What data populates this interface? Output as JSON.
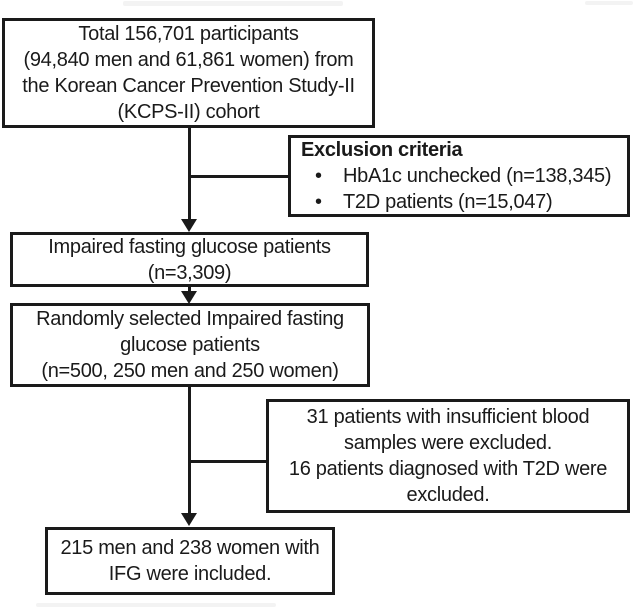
{
  "diagram": {
    "type": "flowchart",
    "colors": {
      "line": "#1a1a1a",
      "text": "#1a1a1a",
      "background": "#ffffff"
    },
    "boxes": {
      "total": {
        "lines": [
          "Total 156,701 participants",
          "(94,840 men and 61,861 women) from",
          "the Korean Cancer Prevention Study-II",
          "(KCPS-II) cohort"
        ]
      },
      "exclusion": {
        "title": "Exclusion criteria",
        "bullet_glyph": "•",
        "bullets": [
          "HbA1c unchecked (n=138,345)",
          "T2D patients (n=15,047)"
        ]
      },
      "ifg": {
        "lines": [
          "Impaired fasting glucose patients",
          "(n=3,309)"
        ]
      },
      "random_selected": {
        "lines": [
          "Randomly selected Impaired fasting",
          "glucose patients",
          "(n=500, 250 men and 250 women)"
        ]
      },
      "excluded_samples": {
        "lines": [
          "31 patients with insufficient blood",
          "samples were excluded.",
          "16 patients diagnosed with T2D were",
          "excluded."
        ]
      },
      "included": {
        "lines": [
          "215 men and 238 women with",
          "IFG were included."
        ]
      }
    }
  }
}
